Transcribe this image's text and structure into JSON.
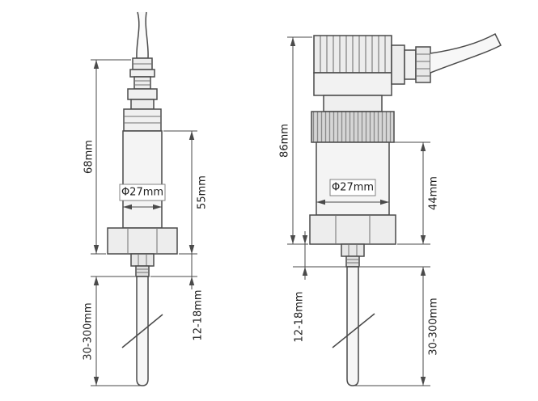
{
  "figures": {
    "left": {
      "dims": {
        "total_height": "68mm",
        "diameter": "Φ27mm",
        "body_height": "55mm",
        "thread": "12-18mm",
        "probe": "30-300mm"
      }
    },
    "right": {
      "dims": {
        "total_height": "86mm",
        "diameter": "Φ27mm",
        "body_height": "44mm",
        "thread": "12-18mm",
        "probe": "30-300mm"
      }
    }
  },
  "colors": {
    "line": "#4a4a4a",
    "text": "#1e1e1e",
    "background": "#ffffff"
  }
}
